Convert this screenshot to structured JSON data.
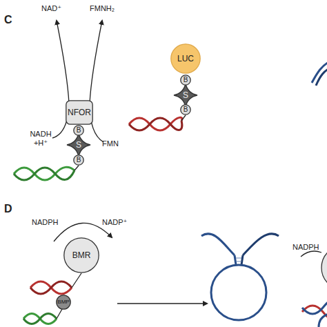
{
  "diagram": {
    "nodes": [
      {
        "text": [
          "NFOR"
        ]
      },
      {
        "text": [
          "S"
        ]
      },
      {
        "text": [
          "B"
        ]
      },
      {
        "text": [
          "B"
        ]
      },
      {
        "text": [
          "LUC"
        ]
      },
      {
        "text": [
          "S"
        ]
      },
      {
        "text": [
          "B"
        ]
      },
      {
        "text": [
          "B"
        ]
      },
      {
        "text": [
          "BMR"
        ]
      },
      {
        "text": [
          "BMP"
        ]
      }
    ],
    "labels": [
      "C",
      "NAD⁺",
      "FMNH₂",
      "NADH +H⁺",
      "FMN",
      "D",
      "NADPH",
      "NADP⁺",
      "NADPH"
    ]
  }
}
